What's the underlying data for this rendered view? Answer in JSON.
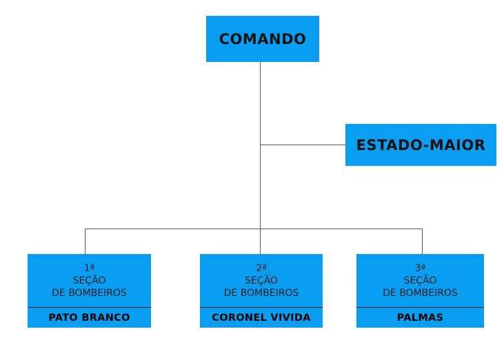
{
  "diagram": {
    "type": "org-chart",
    "colors": {
      "box_fill": "#0A9EF2",
      "connector": "#595959",
      "divider": "#1A1A1A",
      "heading_text": "#111111",
      "body_text": "#1D1D1D"
    },
    "nodes": {
      "comando": {
        "label": "COMANDO"
      },
      "estado_maior": {
        "label": "ESTADO-MAIOR"
      },
      "secoes": [
        {
          "ordinal": "1ª",
          "unit_line1": "SEÇÃO",
          "unit_line2": "DE BOMBEIROS",
          "city": "PATO BRANCO"
        },
        {
          "ordinal": "2ª",
          "unit_line1": "SEÇÃO",
          "unit_line2": "DE BOMBEIROS",
          "city": "CORONEL VIVIDA"
        },
        {
          "ordinal": "3ª",
          "unit_line1": "SEÇÃO",
          "unit_line2": "DE BOMBEIROS",
          "city": "PALMAS"
        }
      ]
    }
  }
}
